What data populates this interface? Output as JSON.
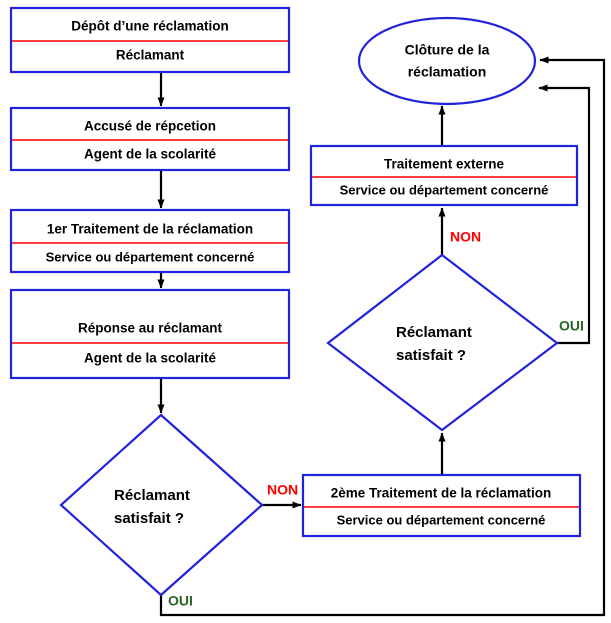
{
  "diagram": {
    "type": "flowchart",
    "title_visible": false,
    "language": "fr",
    "colors": {
      "node_border": "#2222dd",
      "node_fill": "#ffffff",
      "divider": "#ff0000",
      "connector": "#000000",
      "label_no": "#ff0000",
      "label_yes": "#286428",
      "text": "#000000",
      "background": "#ffffff"
    },
    "nodes": {
      "depot": {
        "shape": "process",
        "title": "Dépôt d’une réclamation",
        "actor": "Réclamant"
      },
      "accuse": {
        "shape": "process",
        "title": "Accusé de répcetion",
        "actor": "Agent de la scolarité"
      },
      "traitement1": {
        "shape": "process",
        "title": "1er Traitement de la réclamation",
        "actor": "Service ou département concerné"
      },
      "reponse": {
        "shape": "process",
        "title": "Réponse au réclamant",
        "actor": "Agent de la scolarité"
      },
      "decision1": {
        "shape": "decision",
        "line1": "Réclamant",
        "line2": "satisfait ?"
      },
      "traitement2": {
        "shape": "process",
        "title": "2ème Traitement de la réclamation",
        "actor": "Service ou département concerné"
      },
      "decision2": {
        "shape": "decision",
        "line1": "Réclamant",
        "line2": "satisfait ?"
      },
      "traitement_externe": {
        "shape": "process",
        "title": "Traitement externe",
        "actor": "Service ou département concerné"
      },
      "cloture": {
        "shape": "terminator",
        "line1": "Clôture de la",
        "line2": "réclamation"
      }
    },
    "edge_labels": {
      "decision1_no": "NON",
      "decision1_yes": "OUI",
      "decision2_no": "NON",
      "decision2_yes": "OUI"
    }
  }
}
